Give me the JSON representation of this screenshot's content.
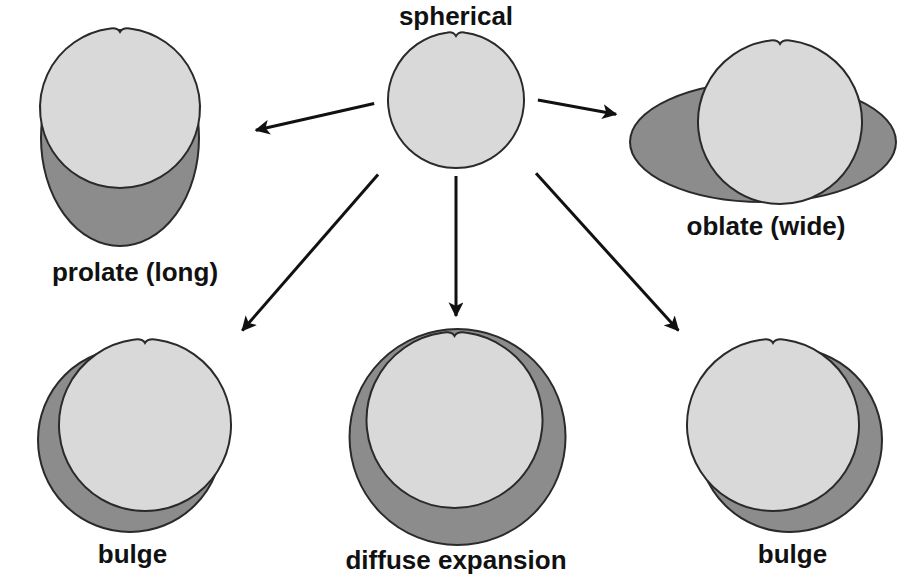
{
  "diagram": {
    "nodes": [
      {
        "text": [
          "spherical"
        ]
      },
      {
        "text": [
          "prolate (long)"
        ]
      },
      {
        "text": [
          "oblate (wide)"
        ]
      },
      {
        "text": [
          "bulge"
        ]
      },
      {
        "text": [
          "diffuse expansion"
        ]
      },
      {
        "text": [
          "bulge"
        ]
      }
    ],
    "edges": [
      {
        "from": 0,
        "to": 1,
        "arrow": "to"
      },
      {
        "from": 0,
        "to": 2,
        "arrow": "to"
      },
      {
        "from": 0,
        "to": 3,
        "arrow": "to"
      },
      {
        "from": 0,
        "to": 4,
        "arrow": "to"
      },
      {
        "from": 0,
        "to": 5,
        "arrow": "to"
      }
    ]
  }
}
